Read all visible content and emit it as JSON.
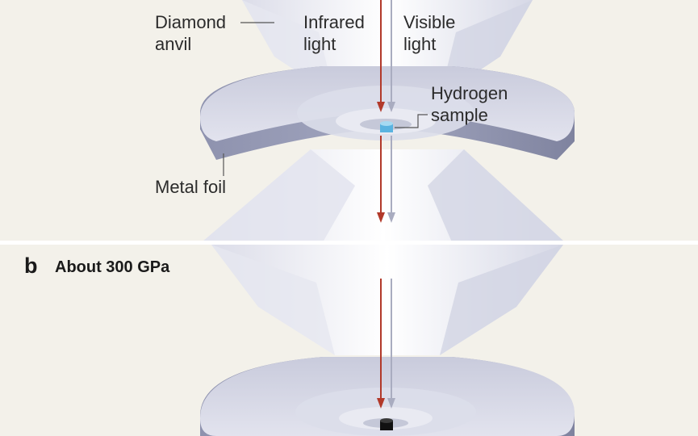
{
  "panel_a": {
    "labels": {
      "diamond_anvil": [
        "Diamond",
        "anvil"
      ],
      "infrared_light": [
        "Infrared",
        "light"
      ],
      "visible_light": [
        "Visible",
        "light"
      ],
      "hydrogen_sample": [
        "Hydrogen",
        "sample"
      ],
      "metal_foil": "Metal foil"
    }
  },
  "panel_b": {
    "letter": "b",
    "title": "About 300 GPa"
  },
  "colors": {
    "background": "#f3f1ea",
    "divider": "#ffffff",
    "infrared_arrow": "#b2392a",
    "visible_arrow": "#a9acc0",
    "hydrogen_sample": "#5ab3e0",
    "compressed_sample": "#111111"
  }
}
